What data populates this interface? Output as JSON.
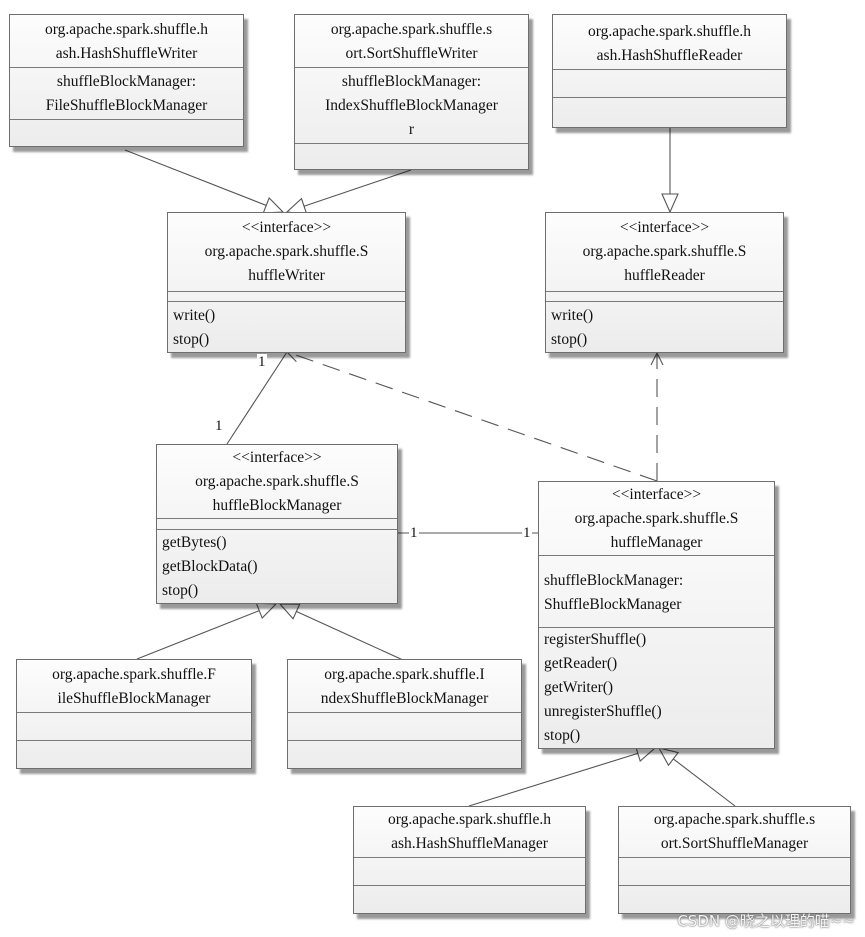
{
  "classes": {
    "hash_writer": {
      "name": [
        "org.apache.spark.shuffle.h",
        "ash.HashShuffleWriter"
      ],
      "attrs": [
        "shuffleBlockManager:",
        "FileShuffleBlockManager"
      ]
    },
    "sort_writer": {
      "name": [
        "org.apache.spark.shuffle.s",
        "ort.SortShuffleWriter"
      ],
      "attrs": [
        "shuffleBlockManager:",
        "IndexShuffleBlockManager",
        "r"
      ]
    },
    "hash_reader": {
      "name": [
        "org.apache.spark.shuffle.h",
        "ash.HashShuffleReader"
      ]
    },
    "shuffle_writer": {
      "name": [
        "<<interface>>",
        "org.apache.spark.shuffle.S",
        "huffleWriter"
      ],
      "ops": [
        "write()",
        "stop()"
      ]
    },
    "shuffle_reader": {
      "name": [
        "<<interface>>",
        "org.apache.spark.shuffle.S",
        "huffleReader"
      ],
      "ops": [
        "write()",
        "stop()"
      ]
    },
    "shuffle_block_manager": {
      "name": [
        "<<interface>>",
        "org.apache.spark.shuffle.S",
        "huffleBlockManager"
      ],
      "ops": [
        "getBytes()",
        "getBlockData()",
        "stop()"
      ]
    },
    "shuffle_manager": {
      "name": [
        "<<interface>>",
        "org.apache.spark.shuffle.S",
        "huffleManager"
      ],
      "attrs": [
        "shuffleBlockManager:",
        "ShuffleBlockManager"
      ],
      "ops": [
        "registerShuffle()",
        "getReader()",
        "getWriter()",
        "unregisterShuffle()",
        "stop()"
      ]
    },
    "file_block_manager": {
      "name": [
        "org.apache.spark.shuffle.F",
        "ileShuffleBlockManager"
      ]
    },
    "index_block_manager": {
      "name": [
        "org.apache.spark.shuffle.I",
        "ndexShuffleBlockManager"
      ]
    },
    "hash_manager": {
      "name": [
        "org.apache.spark.shuffle.h",
        "ash.HashShuffleManager"
      ]
    },
    "sort_manager": {
      "name": [
        "org.apache.spark.shuffle.s",
        "ort.SortShuffleManager"
      ]
    }
  },
  "multiplicities": {
    "writer_end": "1",
    "block_manager_top": "1",
    "block_manager_right": "1",
    "manager_left": "1"
  },
  "watermark": "CSDN @晓之以理的喵~~"
}
